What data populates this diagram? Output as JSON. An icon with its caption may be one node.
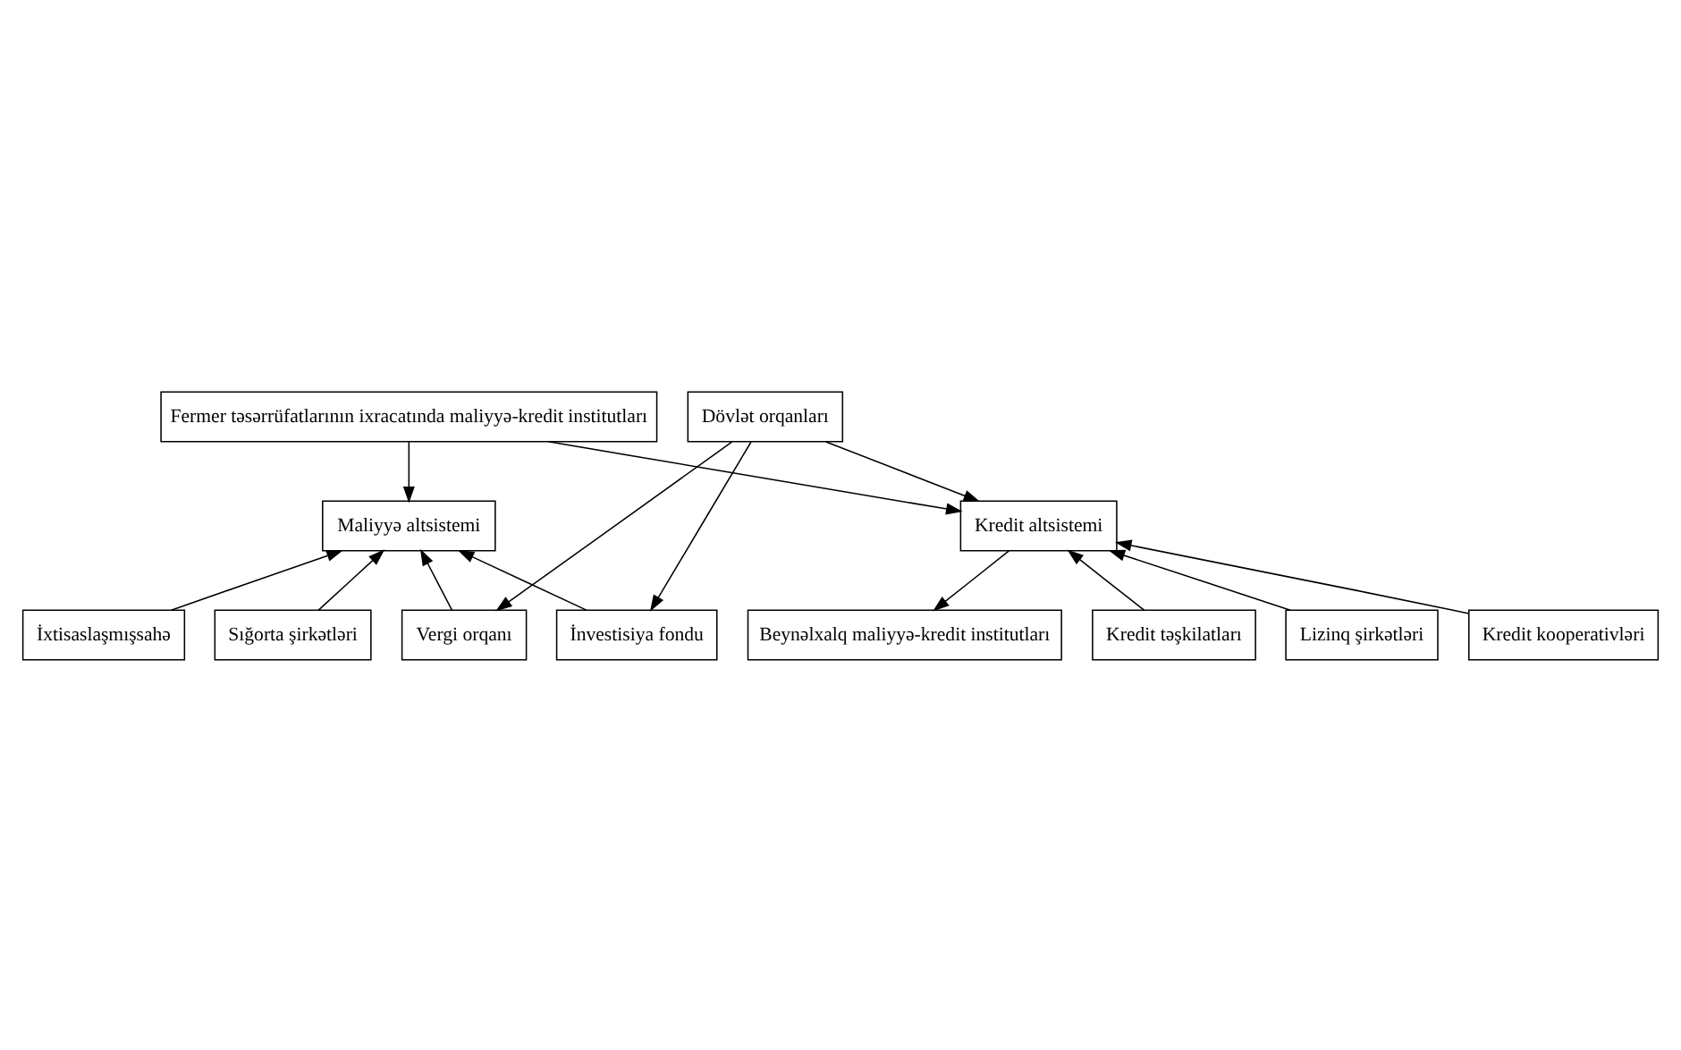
{
  "diagram": {
    "nodes": [
      {
        "text": [
          "Fermer təsərrüfatlarının ixracatında maliyyə-kredit institutları"
        ]
      },
      {
        "text": [
          "Maliyyə altsistemi"
        ]
      },
      {
        "text": [
          "Kredit altsistemi"
        ]
      },
      {
        "text": [
          "İxtisaslaşmışsahə"
        ]
      },
      {
        "text": [
          "Vergi orqanı"
        ]
      },
      {
        "text": [
          "İnvestisiya fondu"
        ]
      },
      {
        "text": [
          "Sığorta şirkətləri"
        ]
      },
      {
        "text": [
          "Kredit təşkilatları"
        ]
      },
      {
        "text": [
          "Lizinq şirkətləri"
        ]
      },
      {
        "text": [
          "Kredit kooperativləri"
        ]
      },
      {
        "text": [
          "Beynəlxalq maliyyə-kredit institutları"
        ]
      },
      {
        "text": [
          "Dövlət orqanları"
        ]
      }
    ],
    "edges": [
      {
        "from": 0,
        "to": 1,
        "arrow": "to"
      },
      {
        "from": 0,
        "to": 2,
        "arrow": "to"
      },
      {
        "from": 3,
        "to": 1,
        "arrow": "to"
      },
      {
        "from": 4,
        "to": 1,
        "arrow": "to"
      },
      {
        "from": 5,
        "to": 1,
        "arrow": "to"
      },
      {
        "from": 6,
        "to": 1,
        "arrow": "to"
      },
      {
        "from": 7,
        "to": 2,
        "arrow": "to"
      },
      {
        "from": 8,
        "to": 2,
        "arrow": "to"
      },
      {
        "from": 9,
        "to": 2,
        "arrow": "to"
      },
      {
        "from": 2,
        "to": 10,
        "arrow": "to"
      },
      {
        "from": 11,
        "to": 4,
        "arrow": "to"
      },
      {
        "from": 11,
        "to": 5,
        "arrow": "to"
      },
      {
        "from": 11,
        "to": 2,
        "arrow": "to"
      }
    ]
  }
}
